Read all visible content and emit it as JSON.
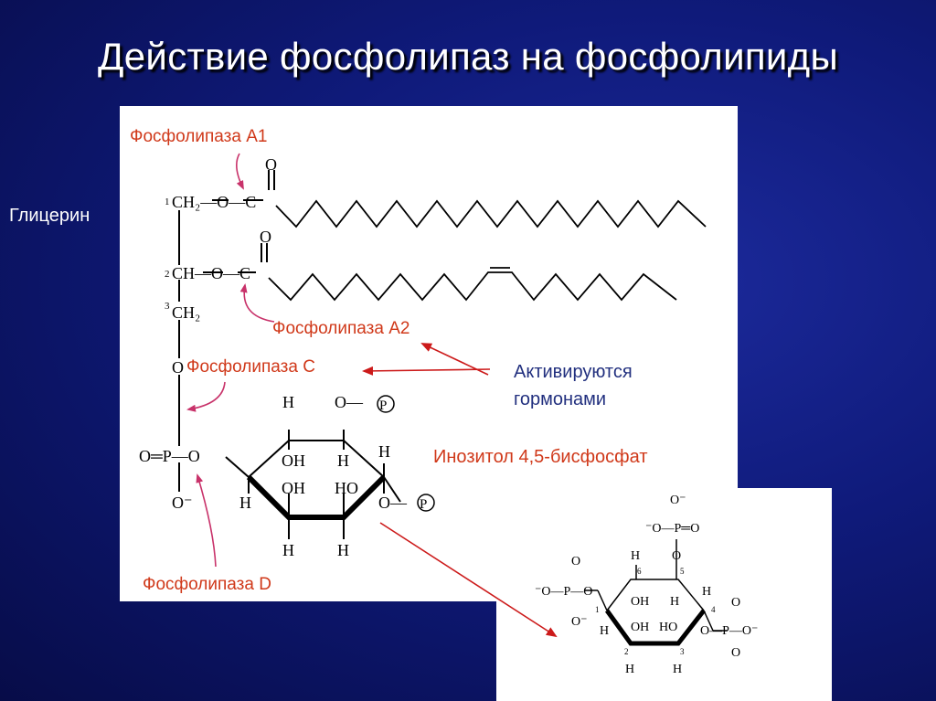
{
  "slide": {
    "title": "Действие фосфолипаз на фосфолипиды",
    "glycerol_label": "Глицерин"
  },
  "enzymes": {
    "a1": "Фосфолипаза А1",
    "a2": "Фосфолипаза А2",
    "c": "Фосфолипаза С",
    "d": "Фосфолипаза D"
  },
  "hormone_note": {
    "line1": "Активируются",
    "line2": "гормонами"
  },
  "inositol_label": "Инозитол 4,5-бисфосфат",
  "colors": {
    "background": "#0f1a7a",
    "enzyme_text": "#d0391a",
    "note_text": "#22307f",
    "arrow": "#cc1a1a",
    "curved_arrow": "#c8326a"
  }
}
